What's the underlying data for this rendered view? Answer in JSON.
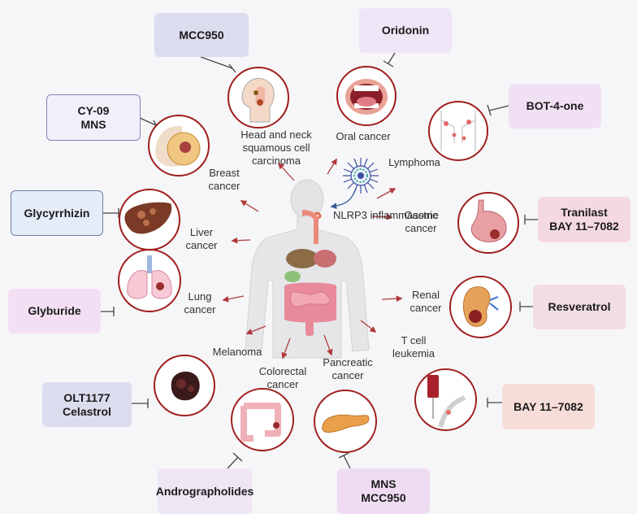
{
  "hub": {
    "label": "NLRP3 inflammasome"
  },
  "drugs": [
    {
      "key": "mcc950",
      "lines": [
        "MCC950"
      ],
      "color": "#dcdcef",
      "border": "#dcdcef"
    },
    {
      "key": "oridonin",
      "lines": [
        "Oridonin"
      ],
      "color": "#eee6f6",
      "border": "#eee6f6"
    },
    {
      "key": "cy09",
      "lines": [
        "CY-09",
        "MNS"
      ],
      "color": "#f3effa",
      "border": "#8d7bb5"
    },
    {
      "key": "bot4one",
      "lines": [
        "BOT-4-one"
      ],
      "color": "#f1e0f3",
      "border": "#f1e0f3"
    },
    {
      "key": "glycyrrhizin",
      "lines": [
        "Glycyrrhizin"
      ],
      "color": "#e4ecf8",
      "border": "#6f7fa5"
    },
    {
      "key": "tranilast",
      "lines": [
        "Tranilast",
        "BAY 11–7082"
      ],
      "color": "#f5d9e2",
      "border": "#f5d9e2"
    },
    {
      "key": "glyburide",
      "lines": [
        "Glyburide"
      ],
      "color": "#f3dff3",
      "border": "#f3dff3"
    },
    {
      "key": "resveratrol",
      "lines": [
        "Resveratrol"
      ],
      "color": "#f1dde3",
      "border": "#f1dde3"
    },
    {
      "key": "olt1177",
      "lines": [
        "OLT1177",
        "Celastrol"
      ],
      "color": "#dcdcef",
      "border": "#dcdcef"
    },
    {
      "key": "bay",
      "lines": [
        "BAY 11–7082"
      ],
      "color": "#f7ddd8",
      "border": "#f7ddd8"
    },
    {
      "key": "andrographolides",
      "lines": [
        "Andrographolides"
      ],
      "color": "#efe6f5",
      "border": "#efe6f5"
    },
    {
      "key": "mns_mcc950",
      "lines": [
        "MNS",
        "MCC950"
      ],
      "color": "#efdcf3",
      "border": "#efdcf3"
    }
  ],
  "cancers": [
    {
      "key": "head-neck",
      "lines": [
        "Head and neck",
        "squamous cell",
        "carcinoma"
      ]
    },
    {
      "key": "oral",
      "lines": [
        "Oral cancer"
      ]
    },
    {
      "key": "lymphoma",
      "lines": [
        "Lymphoma"
      ]
    },
    {
      "key": "breast",
      "lines": [
        "Breast",
        "cancer"
      ]
    },
    {
      "key": "liver",
      "lines": [
        "Liver",
        "cancer"
      ]
    },
    {
      "key": "gastric",
      "lines": [
        "Gastric",
        "cancer"
      ]
    },
    {
      "key": "lung",
      "lines": [
        "Lung",
        "cancer"
      ]
    },
    {
      "key": "renal",
      "lines": [
        "Renal",
        "cancer"
      ]
    },
    {
      "key": "melanoma",
      "lines": [
        "Melanoma"
      ]
    },
    {
      "key": "t-cell",
      "lines": [
        "T cell",
        "leukemia"
      ]
    },
    {
      "key": "colorectal",
      "lines": [
        "Colorectal",
        "cancer"
      ]
    },
    {
      "key": "pancreatic",
      "lines": [
        "Pancreatic",
        "cancer"
      ]
    }
  ],
  "colors": {
    "arrow": "#b03a3a",
    "inhibit": "#444444",
    "circle": "#a01d1d"
  }
}
